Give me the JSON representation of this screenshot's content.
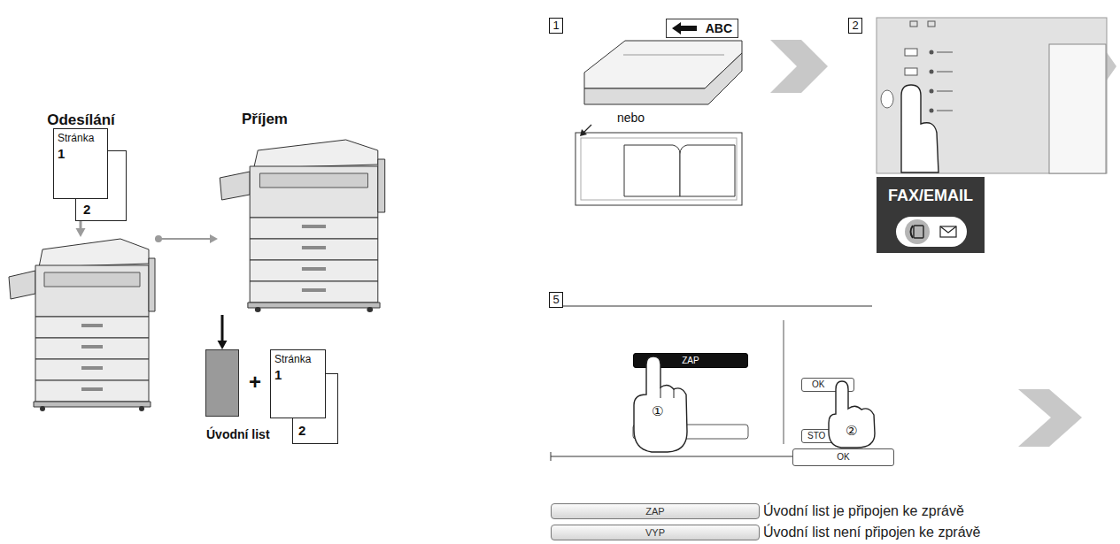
{
  "diagram": {
    "nodes": [
      {
        "text": [
          "Stránka",
          "1"
        ]
      },
      {
        "text": [
          "2"
        ]
      },
      {
        "text": [
          "Odesílání"
        ]
      },
      {
        "text": [
          "Příjem"
        ]
      },
      {
        "text": [
          "Úvodní list"
        ]
      },
      {
        "text": [
          "Stránka",
          "1"
        ]
      },
      {
        "text": [
          "2"
        ]
      },
      {
        "text": [
          "1"
        ]
      },
      {
        "text": [
          "ABC"
        ]
      },
      {
        "text": [
          "2"
        ]
      },
      {
        "text": [
          "FAX/EMAIL"
        ]
      },
      {
        "text": [
          "5"
        ]
      },
      {
        "text": [
          "ZAP"
        ]
      },
      {
        "text": [
          "OK"
        ]
      },
      {
        "text": [
          "STO"
        ]
      },
      {
        "text": [
          "OK"
        ]
      },
      {
        "text": [
          "ZAP"
        ]
      },
      {
        "text": [
          "VYP"
        ]
      }
    ],
    "edges": [
      {
        "from": 0,
        "to": 2,
        "arrow": "to"
      },
      {
        "from": 2,
        "to": 3,
        "arrow": "to"
      },
      {
        "from": 3,
        "to": 4,
        "arrow": "to"
      }
    ],
    "labels": [
      "+",
      "nebo",
      "①",
      "②",
      "Úvodní list je připojen ke zprávě",
      "Úvodní list není připojen ke zprávě"
    ]
  }
}
